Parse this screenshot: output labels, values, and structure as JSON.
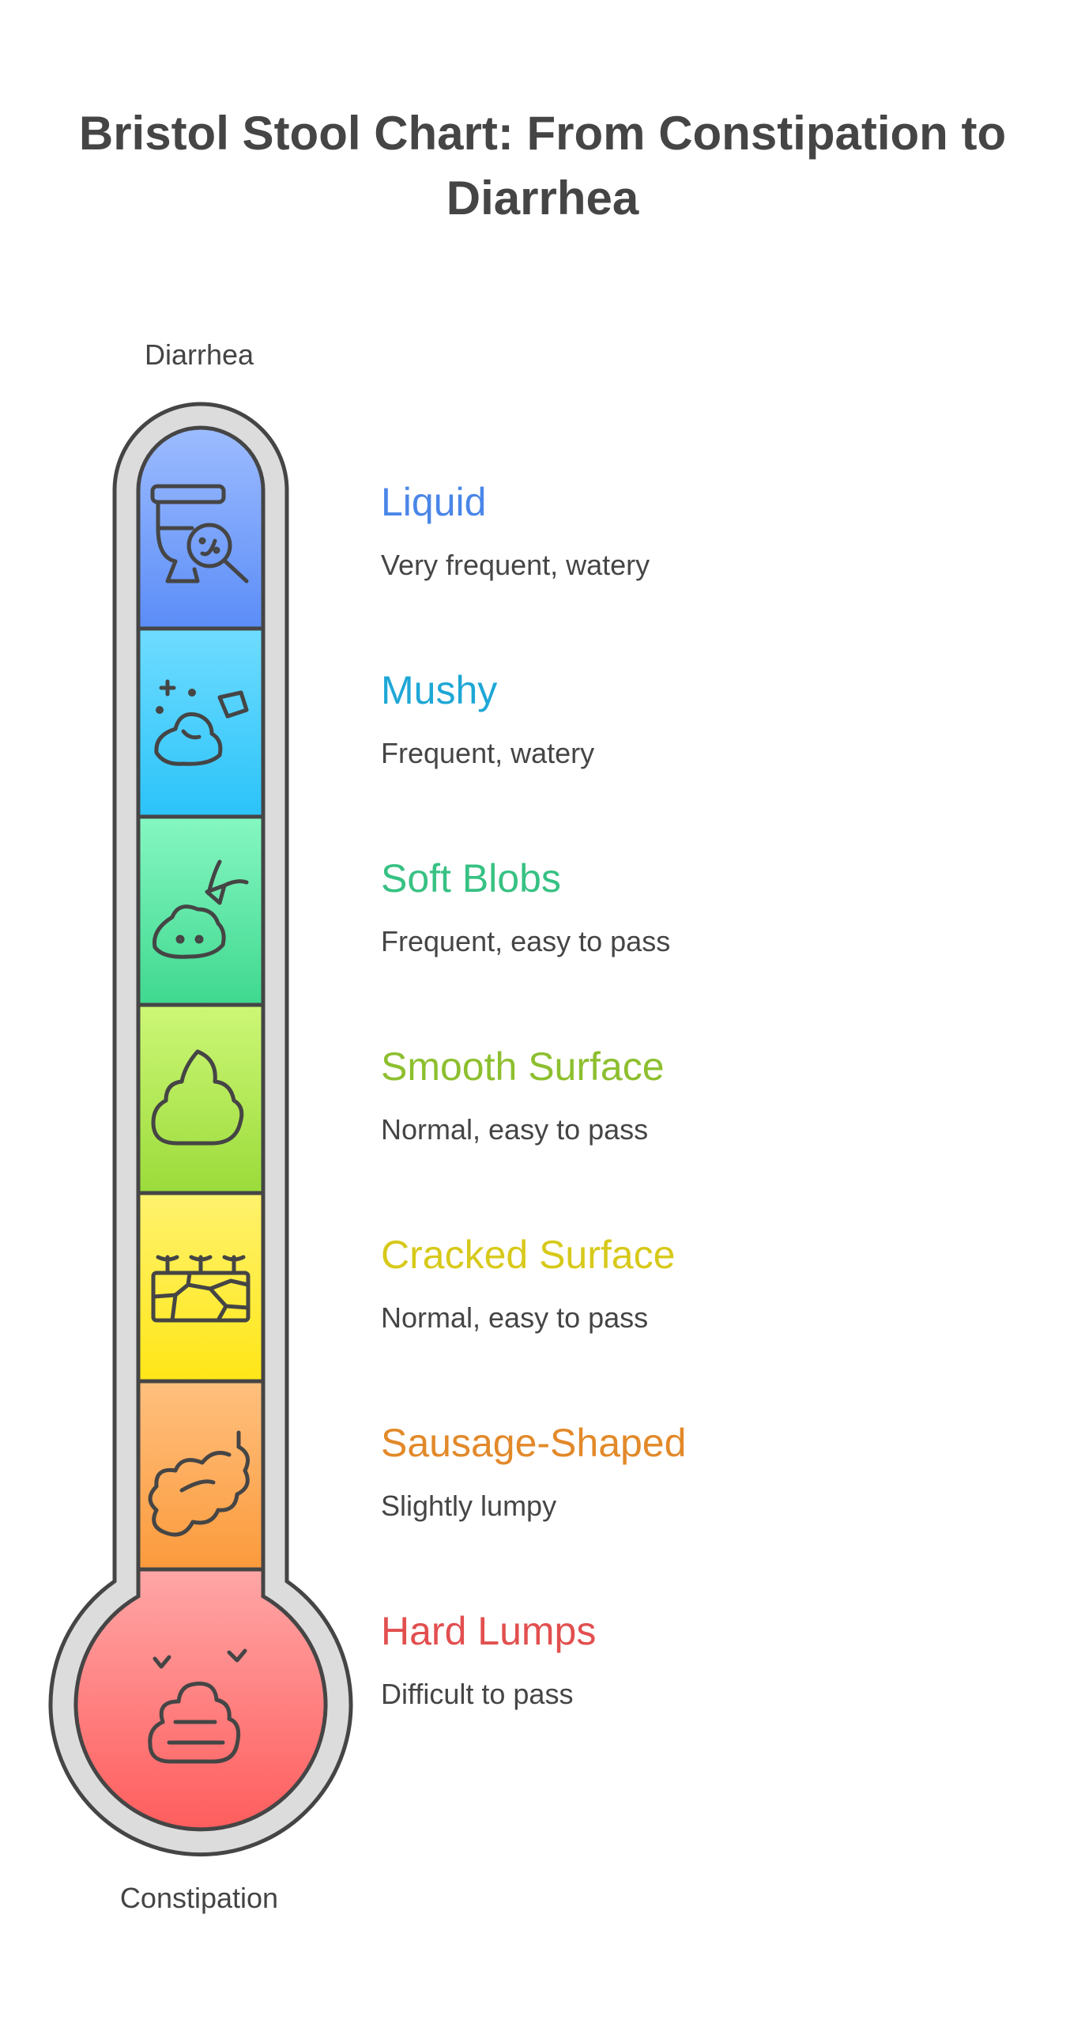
{
  "title": "Bristol Stool Chart: From Constipation to Diarrhea",
  "scale": {
    "top_label": "Diarrhea",
    "bottom_label": "Constipation"
  },
  "stages": [
    {
      "title": "Liquid",
      "description": "Very frequent, watery",
      "color": "#4a86e8",
      "fill_top": "#9dbcff",
      "fill_bottom": "#5b8df7",
      "icon": "toilet-magnifier-icon"
    },
    {
      "title": "Mushy",
      "description": "Frequent, watery",
      "color": "#1ea7d6",
      "fill_top": "#6fdcff",
      "fill_bottom": "#2bc3f9",
      "icon": "splatter-icon"
    },
    {
      "title": "Soft Blobs",
      "description": "Frequent, easy to pass",
      "color": "#37c183",
      "fill_top": "#86f7c2",
      "fill_bottom": "#3fd88f",
      "icon": "soft-blob-icon"
    },
    {
      "title": "Smooth Surface",
      "description": "Normal, easy to pass",
      "color": "#8dbf2f",
      "fill_top": "#cdf777",
      "fill_bottom": "#9bdb3a",
      "icon": "smooth-swirl-icon"
    },
    {
      "title": "Cracked Surface",
      "description": "Normal, easy to pass",
      "color": "#d7c91a",
      "fill_top": "#fff26e",
      "fill_bottom": "#ffe617",
      "icon": "cracked-ground-icon"
    },
    {
      "title": "Sausage-Shaped",
      "description": "Slightly lumpy",
      "color": "#e2892a",
      "fill_top": "#ffc07e",
      "fill_bottom": "#fb9a3c",
      "icon": "lumpy-sausage-icon"
    },
    {
      "title": "Hard Lumps",
      "description": "Difficult to pass",
      "color": "#e24f4f",
      "fill_top": "#ffa6a6",
      "fill_bottom": "#ff5d5d",
      "icon": "hard-lumps-icon"
    }
  ]
}
